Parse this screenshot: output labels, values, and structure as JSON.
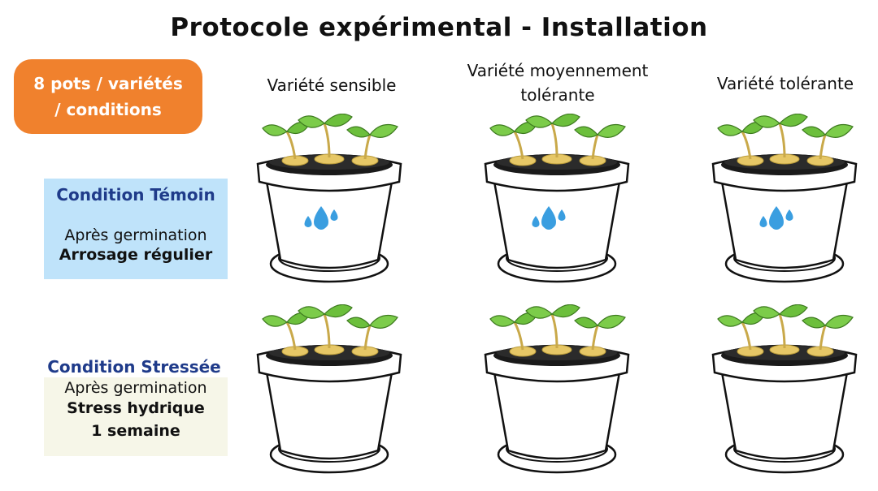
{
  "title": "Protocole expérimental - Installation",
  "badge": {
    "line1": "8 pots / variétés",
    "line2": "/ conditions"
  },
  "conditions": {
    "temoin": {
      "heading": "Condition Témoin",
      "line1": "Après germination",
      "line2": "Arrosage régulier"
    },
    "stress": {
      "heading": "Condition Stressée",
      "line1": "Après germination",
      "line2": "Stress hydrique",
      "line3": "1 semaine"
    }
  },
  "varieties": [
    {
      "label": "Variété sensible"
    },
    {
      "label": "Variété moyennement tolérante"
    },
    {
      "label": "Variété tolérante"
    }
  ],
  "colors": {
    "badge": "#f0812d",
    "temoin_bg": "#bfe3fa",
    "stress_bg": "#f6f6e8",
    "heading": "#1f3b8a",
    "leaf": "#6cbf3c",
    "water": "#3a9ee0"
  },
  "icons": {
    "pot": "plant-pot-icon",
    "water": "water-drop-icon"
  }
}
